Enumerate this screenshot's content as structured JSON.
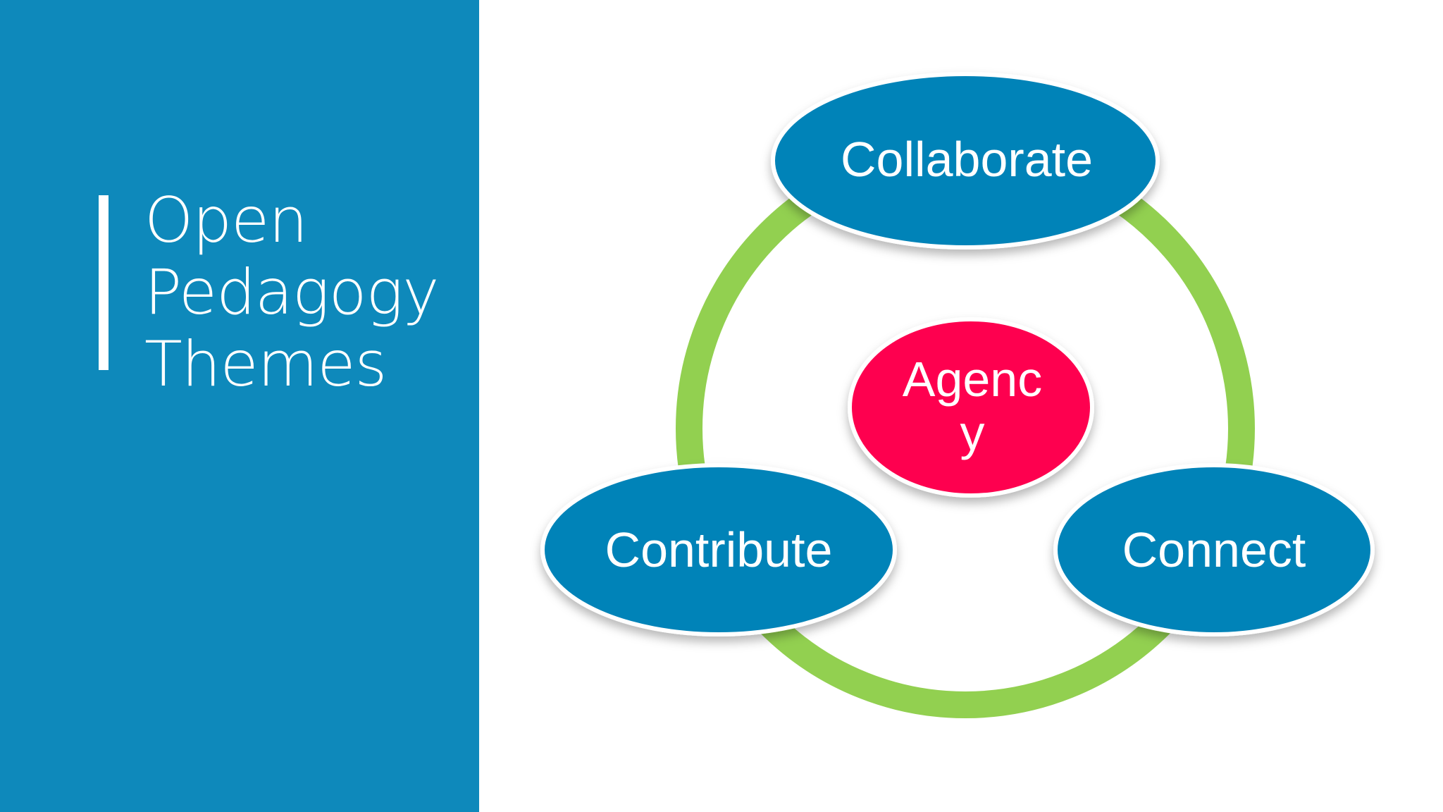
{
  "title": {
    "lines": [
      "Open",
      "Pedagogy",
      "Themes"
    ]
  },
  "diagram": {
    "center": {
      "label_line1": "Agenc",
      "label_line2": "y"
    },
    "nodes": {
      "top": "Collaborate",
      "left": "Contribute",
      "right": "Connect"
    }
  },
  "colors": {
    "panel": "#0e89bb",
    "node": "#0083b8",
    "center": "#fe004f",
    "ring": "#92d050"
  }
}
